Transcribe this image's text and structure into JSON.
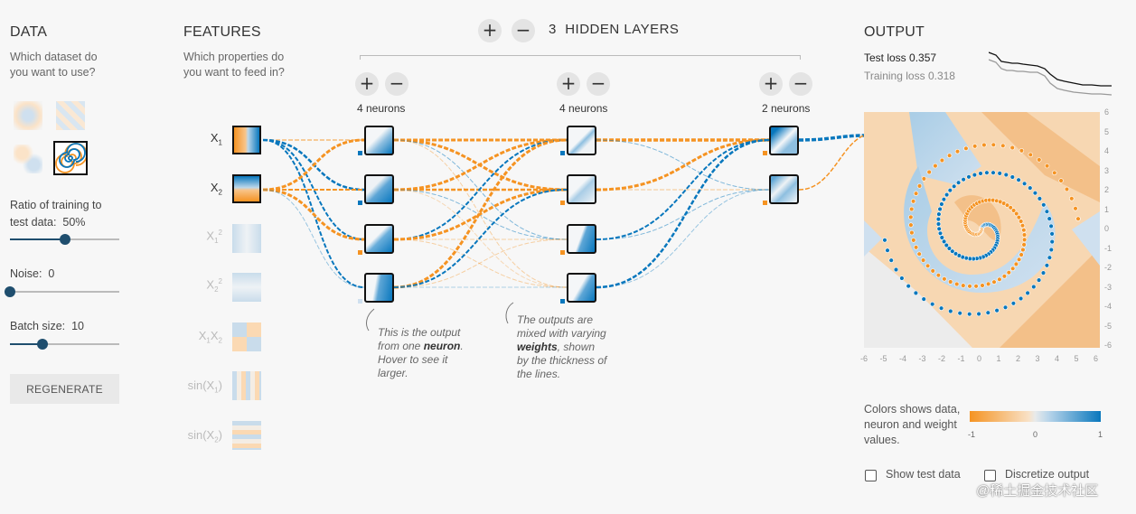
{
  "data_panel": {
    "title": "DATA",
    "question": "Which dataset do you want to use?",
    "ratio_label": "Ratio of training to test data:",
    "ratio_value": "50%",
    "ratio_fraction": 0.5,
    "noise_label": "Noise:",
    "noise_value": "0",
    "noise_fraction": 0.0,
    "batch_label": "Batch size:",
    "batch_value": "10",
    "batch_fraction": 0.3,
    "regenerate_label": "REGENERATE"
  },
  "features_panel": {
    "title": "FEATURES",
    "question": "Which properties do you want to feed in?",
    "features": [
      {
        "label": "X",
        "sub": "1",
        "sup": "",
        "active": true
      },
      {
        "label": "X",
        "sub": "2",
        "sup": "",
        "active": true
      },
      {
        "label": "X",
        "sub": "1",
        "sup": "2",
        "active": false
      },
      {
        "label": "X",
        "sub": "2",
        "sup": "2",
        "active": false
      },
      {
        "label": "X",
        "sub": "1",
        "mid": "X",
        "sub2": "2",
        "active": false
      },
      {
        "label": "sin(X",
        "sub": "1",
        "tail": ")",
        "active": false
      },
      {
        "label": "sin(X",
        "sub": "2",
        "tail": ")",
        "active": false
      }
    ]
  },
  "network": {
    "plus_symbol": "+",
    "minus_symbol": "−",
    "hidden_layers_count": "3",
    "hidden_layers_label": "HIDDEN LAYERS",
    "layers": [
      {
        "neurons_label": "4 neurons"
      },
      {
        "neurons_label": "4 neurons"
      },
      {
        "neurons_label": "2 neurons"
      }
    ],
    "note1": {
      "pre": "This is the output from one ",
      "bold": "neuron",
      "post": ". Hover to see it larger."
    },
    "note2": {
      "pre": "The outputs are mixed with varying ",
      "bold": "weights",
      "post": ", shown by the thickness of the lines."
    }
  },
  "output_panel": {
    "title": "OUTPUT",
    "test_loss_label": "Test loss",
    "test_loss_value": "0.357",
    "training_loss_label": "Training loss",
    "training_loss_value": "0.318",
    "y_ticks": [
      "6",
      "5",
      "4",
      "3",
      "2",
      "1",
      "0",
      "-1",
      "-2",
      "-3",
      "-4",
      "-5",
      "-6"
    ],
    "x_ticks": [
      "-6",
      "-5",
      "-4",
      "-3",
      "-2",
      "-1",
      "0",
      "1",
      "2",
      "3",
      "4",
      "5",
      "6"
    ],
    "legend_text": "Colors shows data, neuron and weight values.",
    "legend_ticks": [
      "-1",
      "0",
      "1"
    ],
    "show_test_label": "Show test data",
    "discretize_label": "Discretize output",
    "colors": {
      "orange": "#f59322",
      "blue": "#0877bd",
      "light": "#e8eaeb"
    }
  },
  "watermark": "@稀土掘金技术社区"
}
